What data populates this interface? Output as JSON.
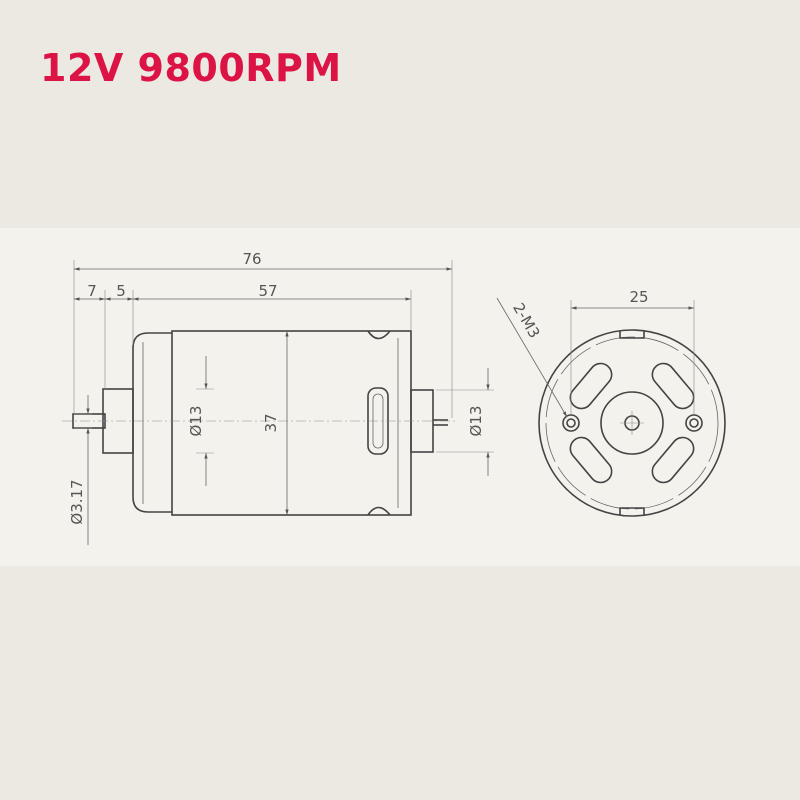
{
  "title": "12V 9800RPM",
  "dimensions": {
    "overall_length": "76",
    "shaft_length": "7",
    "boss_length": "5",
    "body_length": "57",
    "front_boss_dia": "Ø13",
    "body_dia": "37",
    "rear_boss_dia": "Ø13",
    "shaft_dia": "Ø3.17",
    "hole_spacing": "25",
    "mount_holes": "2-M3"
  }
}
